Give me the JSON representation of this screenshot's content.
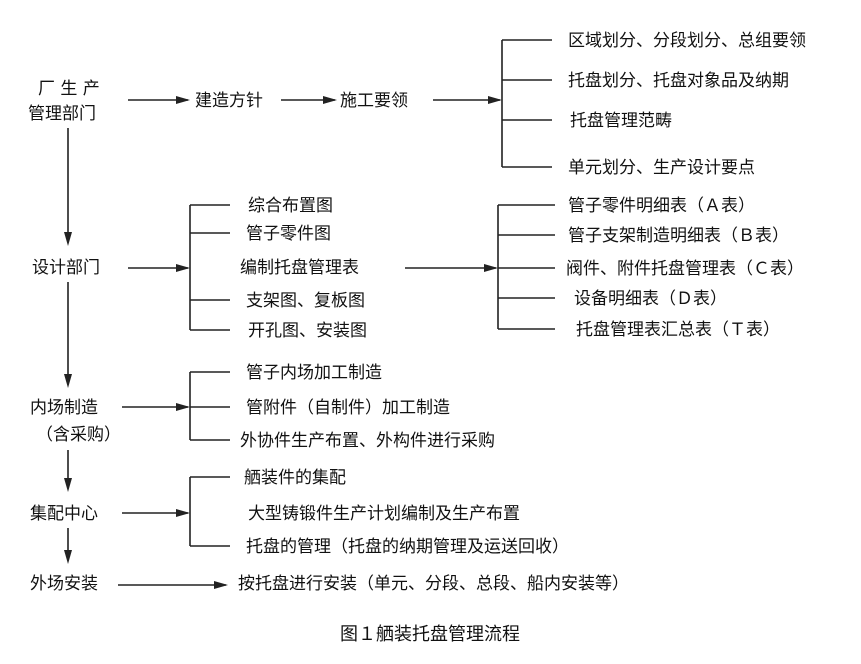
{
  "departments": {
    "production_line1": "厂 生 产",
    "production_line2": "管理部门",
    "design": "设计部门",
    "inhouse_line1": "内场制造",
    "inhouse_line2": "（含采购）",
    "assembly_center": "集配中心",
    "outfield_install": "外场安装"
  },
  "production_flow": {
    "policy": "建造方针",
    "guideline": "施工要领",
    "items": [
      "区域划分、分段划分、总组要领",
      "托盘划分、托盘对象品及纳期",
      "托盘管理范畴",
      "单元划分、生产设计要点"
    ]
  },
  "design_items": [
    "综合布置图",
    "管子零件图",
    "编制托盘管理表",
    "支架图、复板图",
    "开孔图、安装图"
  ],
  "pallet_tables": [
    "管子零件明细表（Ａ表）",
    "管子支架制造明细表（Ｂ表）",
    "阀件、附件托盘管理表（Ｃ表）",
    "设备明细表（Ｄ表）",
    "托盘管理表汇总表（Ｔ表）"
  ],
  "inhouse_items": [
    "管子内场加工制造",
    "管附件（自制件）加工制造",
    "外协件生产布置、外构件进行采购"
  ],
  "assembly_items": [
    "舾装件的集配",
    "大型铸锻件生产计划编制及生产布置",
    "托盘的管理（托盘的纳期管理及运送回收）"
  ],
  "install_item": "按托盘进行安装（单元、分段、总段、船内安装等）",
  "caption": "图１舾装托盘管理流程"
}
